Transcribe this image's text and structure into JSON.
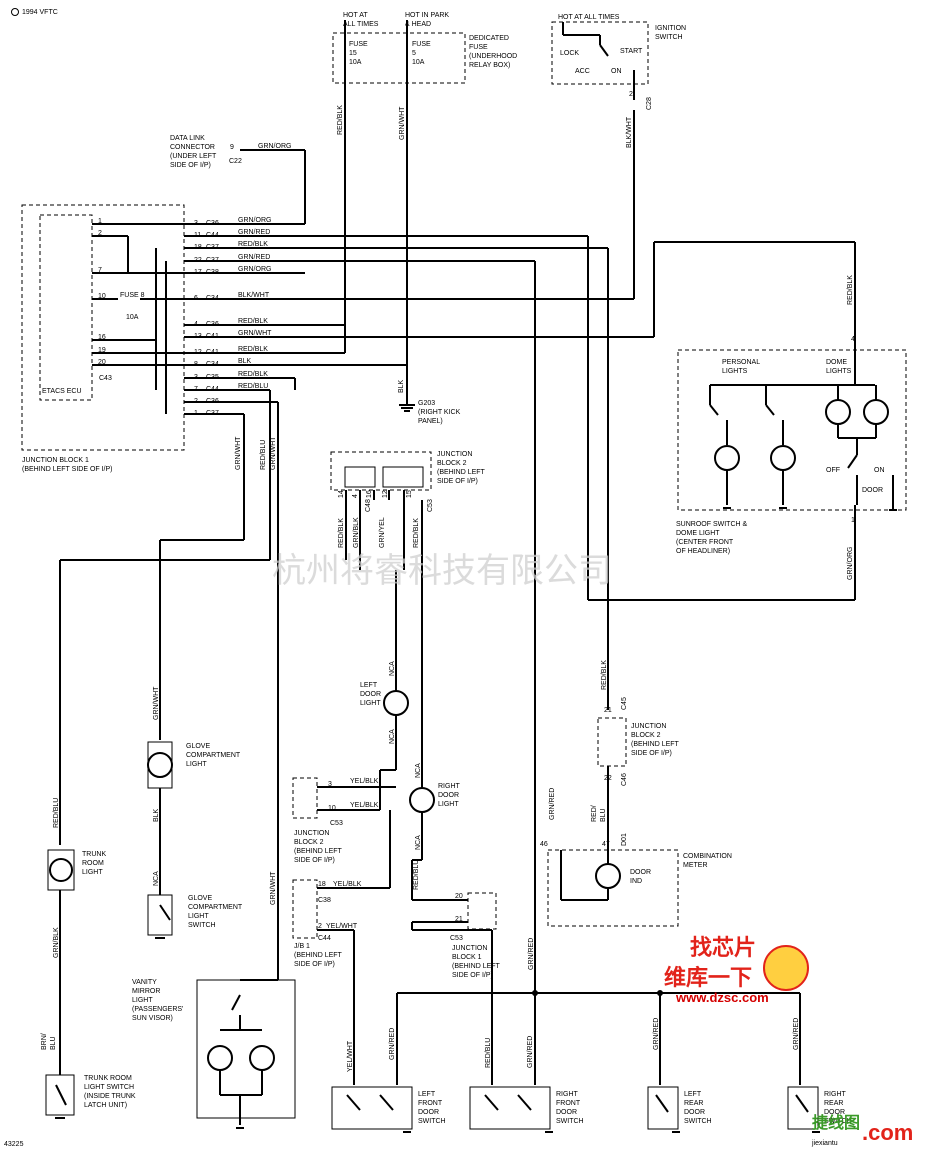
{
  "header": {
    "model_year": "1994 VFTC",
    "diagram_code": "43225"
  },
  "watermark": "杭州将睿科技有限公司",
  "logos": {
    "brand_cn": "维库一下",
    "brand_url": "www.dzsc.com",
    "brand2": "jiexiantu",
    "brand2_com": ".com",
    "brand_ja": "捷线图",
    "top_cn": "找芯片"
  },
  "power": {
    "hot_at_all_times": "HOT AT\nALL TIMES",
    "hot_in_park": "HOT IN PARK\n& HEAD",
    "fuse15": "FUSE\n15\n10A",
    "fuse5": "FUSE\n5\n10A",
    "dedicated_fuse": "DEDICATED\nFUSE\n(UNDERHOOD\nRELAY BOX)",
    "ign_hot": "HOT AT ALL TIMES",
    "ign_switch": "IGNITION\nSWITCH",
    "lock": "LOCK",
    "acc": "ACC",
    "on": "ON",
    "start": "START"
  },
  "data_link": {
    "label": "DATA LINK\nCONNECTOR\n(UNDER LEFT\nSIDE OF I/P)",
    "pin": "9",
    "wire": "GRN/ORG",
    "conn": "C22"
  },
  "jb1": {
    "label": "JUNCTION BLOCK 1\n(BEHIND LEFT SIDE OF I/P)",
    "ecu": "ETACS ECU",
    "ecu_conn": "C43",
    "fuse8": "FUSE 8",
    "fuse8_amp": "10A",
    "left_pins": [
      "1",
      "2",
      "7",
      "10",
      "16",
      "19",
      "20"
    ],
    "rows": [
      {
        "pin": "3",
        "conn": "C36",
        "wire": "GRN/ORG"
      },
      {
        "pin": "11",
        "conn": "C44",
        "wire": "GRN/RED"
      },
      {
        "pin": "18",
        "conn": "C37",
        "wire": "RED/BLK"
      },
      {
        "pin": "22",
        "conn": "C37",
        "wire": "GRN/RED"
      },
      {
        "pin": "17",
        "conn": "C38",
        "wire": "GRN/ORG"
      },
      {
        "pin": "6",
        "conn": "C34",
        "wire": "BLK/WHT"
      },
      {
        "pin": "4",
        "conn": "C36",
        "wire": "RED/BLK"
      },
      {
        "pin": "13",
        "conn": "C41",
        "wire": "GRN/WHT"
      },
      {
        "pin": "12",
        "conn": "C41",
        "wire": "RED/BLK"
      },
      {
        "pin": "8",
        "conn": "C34",
        "wire": "BLK"
      },
      {
        "pin": "3",
        "conn": "C35",
        "wire": "RED/BLK"
      },
      {
        "pin": "7",
        "conn": "C44",
        "wire": "RED/BLU"
      },
      {
        "pin": "2",
        "conn": "C36",
        "wire": ""
      },
      {
        "pin": "1",
        "conn": "C37",
        "wire": ""
      }
    ]
  },
  "ground": {
    "g203": "G203\n(RIGHT KICK\nPANEL)",
    "blk": "BLK"
  },
  "jb2_top": {
    "label": "JUNCTION\nBLOCK 2\n(BEHIND LEFT\nSIDE OF I/P)",
    "pins": [
      "14",
      "4",
      "16",
      "12",
      "15"
    ],
    "conns": [
      "C48",
      "C53"
    ],
    "wires": [
      "RED/BLK",
      "GRN/BLK",
      "GRN/YEL",
      "RED/BLK"
    ]
  },
  "sunroof": {
    "personal": "PERSONAL\nLIGHTS",
    "dome": "DOME\nLIGHTS",
    "off": "OFF",
    "on": "ON",
    "door": "DOOR",
    "label": "SUNROOF SWITCH &\nDOME LIGHT\n(CENTER FRONT\nOF HEADLINER)",
    "pin_top": "4",
    "pin_bot": "1",
    "wire_top": "RED/BLK",
    "wire_bot": "GRN/ORG"
  },
  "wires_vertical": {
    "red_blk_top": "RED/BLK",
    "grn_wht_top": "GRN/WHT",
    "blk_wht_top": "BLK/WHT",
    "ign_pin": "2",
    "ign_conn": "C28",
    "grn_wht_a": "GRN/WHT",
    "red_blu": "RED/BLU",
    "grn_wht_b": "GRN/WHT",
    "grn_wht_glove": "GRN/WHT",
    "blk_glove": "BLK",
    "red_blu_trunk": "RED/BLU",
    "grn_blk_trunk": "GRN/BLK",
    "brn_blu": "BRN/\nBLU",
    "grn_wht_vanity": "GRN/WHT",
    "grn_red_meter": "GRN/RED",
    "red_blu_meter": "RED/\nBLU",
    "red_blk_jb2": "RED/BLK",
    "red_blu_mid": "RED/BLU",
    "grn_red_mid": "GRN/RED",
    "nca": "NCA"
  },
  "components": {
    "left_door_light": "LEFT\nDOOR\nLIGHT",
    "right_door_light": "RIGHT\nDOOR\nLIGHT",
    "glove_light": "GLOVE\nCOMPARTMENT\nLIGHT",
    "glove_switch": "GLOVE\nCOMPARTMENT\nLIGHT\nSWITCH",
    "trunk_light": "TRUNK\nROOM\nLIGHT",
    "trunk_switch": "TRUNK ROOM\nLIGHT SWITCH\n(INSIDE TRUNK\nLATCH UNIT)",
    "vanity": "VANITY\nMIRROR\nLIGHT\n(PASSENGERS'\nSUN VISOR)",
    "jb2_mid": "JUNCTION\nBLOCK 2\n(BEHIND LEFT\nSIDE OF I/P)",
    "jb2_right": "JUNCTION\nBLOCK 2\n(BEHIND LEFT\nSIDE OF I/P)",
    "jb1_mid": "J/B 1\n(BEHIND LEFT\nSIDE OF I/P)",
    "jb1_low": "JUNCTION\nBLOCK 1\n(BEHIND LEFT\nSIDE OF I/P)",
    "combination": "COMBINATION\nMETER",
    "door_ind": "DOOR\nIND",
    "lf_door": "LEFT\nFRONT\nDOOR\nSWITCH",
    "rf_door": "RIGHT\nFRONT\nDOOR\nSWITCH",
    "lr_door": "LEFT\nREAR\nDOOR\nSWITCH",
    "rr_door": "RIGHT\nREAR\nDOOR\nSWITCH"
  },
  "mid_conn": {
    "a": {
      "pin": "3",
      "wire": "YEL/BLK"
    },
    "b": {
      "pin": "10",
      "wire": "YEL/BLK",
      "conn": "C53"
    },
    "c": {
      "pin": "18",
      "wire": "YEL/BLK",
      "conn": "C38"
    },
    "d": {
      "pin": "2",
      "wire": "YEL/WHT",
      "conn": "C44"
    },
    "e": {
      "pin": "20"
    },
    "f": {
      "pin": "21",
      "conn": "C53"
    },
    "jb2r_pin21": "21",
    "jb2r_conn45": "C45",
    "jb2r_pin22": "22",
    "jb2r_conn46": "C46",
    "meter_pin46": "46",
    "meter_pin47": "47",
    "meter_conn": "D01"
  },
  "door_switch_wires": {
    "lf_a": "YEL/WHT",
    "lf_b": "GRN/RED",
    "rf_a": "RED/BLU",
    "rf_b": "GRN/RED",
    "lr": "GRN/RED",
    "rr": "GRN/RED"
  }
}
